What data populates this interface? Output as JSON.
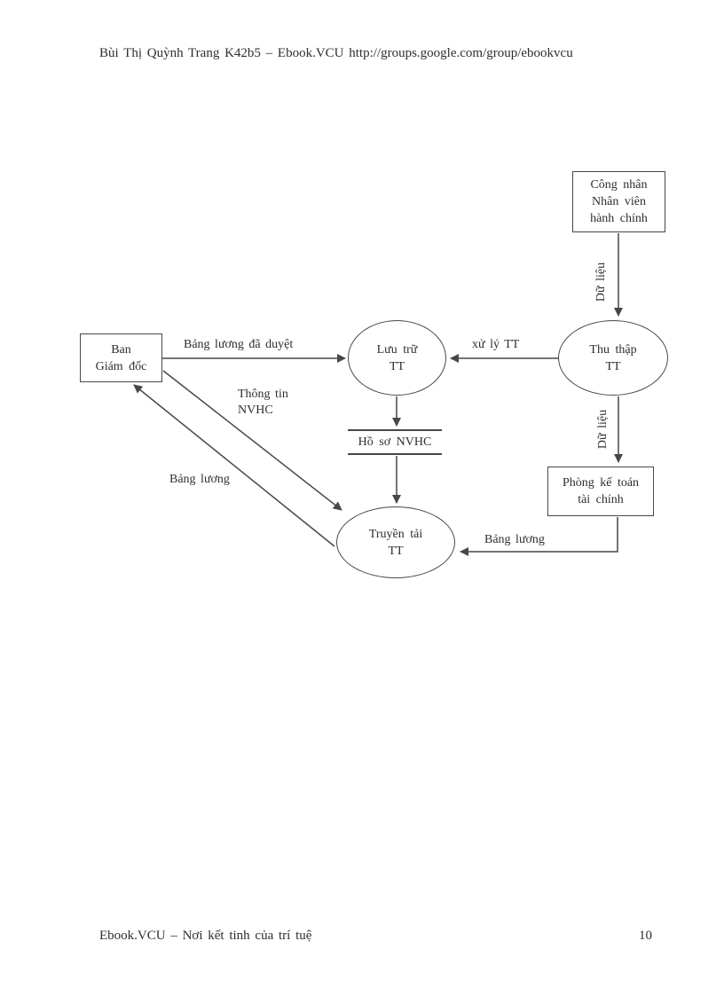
{
  "page": {
    "header": "Bùi Thị Quỳnh Trang K42b5 – Ebook.VCU http://groups.google.com/group/ebookvcu",
    "footer": "Ebook.VCU – Nơi kết tinh  của trí tuệ",
    "page_number": "10"
  },
  "diagram": {
    "nodes": {
      "cong_nhan": "Công nhân\nNhân viên\nhành chính",
      "ban_giam_doc": "Ban\nGiám đốc",
      "phong_ke_toan": "Phòng kế toán\ntài chính",
      "thu_thap": "Thu thập\nTT",
      "luu_tru": "Lưu trữ\nTT",
      "truyen_tai": "Truyền tải\nTT",
      "ho_so_nvhc": "Hồ sơ NVHC"
    },
    "flows": {
      "du_lieu_top": "Dữ liệu",
      "xu_ly_tt": "xử lý TT",
      "bang_luong_da_duyet": "Bảng lương đã duyệt",
      "thong_tin_nvhc": "Thông tin\nNVHC",
      "bang_luong_left": "Bảng lương",
      "du_lieu_right": "Dữ liệu",
      "bang_luong_right": "Bảng lương"
    },
    "colors": {
      "ink": "#474747",
      "background": "#ffffff"
    }
  }
}
